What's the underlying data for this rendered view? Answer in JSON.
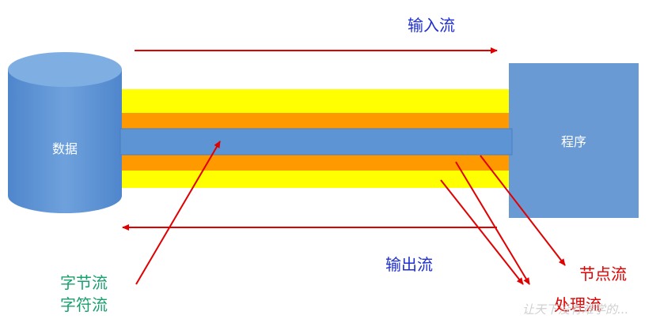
{
  "labels": {
    "input_stream": "输入流",
    "output_stream": "输出流",
    "data": "数据",
    "program": "程序",
    "byte_stream": "字节流",
    "char_stream": "字符流",
    "node_stream": "节点流",
    "processing_stream": "处理流",
    "watermark": "让天下没有难学的..."
  },
  "colors": {
    "cylinder": "#5b8fd0",
    "program_box": "#6a9ad4",
    "yellow_band": "#ffff00",
    "orange_band": "#ff9900",
    "blue_pipe": "#5d94d3",
    "arrow_red": "#e00000",
    "text_blue": "#1f2fd0",
    "text_green": "#1aa06e",
    "text_red": "#e00000",
    "watermark": "#c8c8c8"
  }
}
